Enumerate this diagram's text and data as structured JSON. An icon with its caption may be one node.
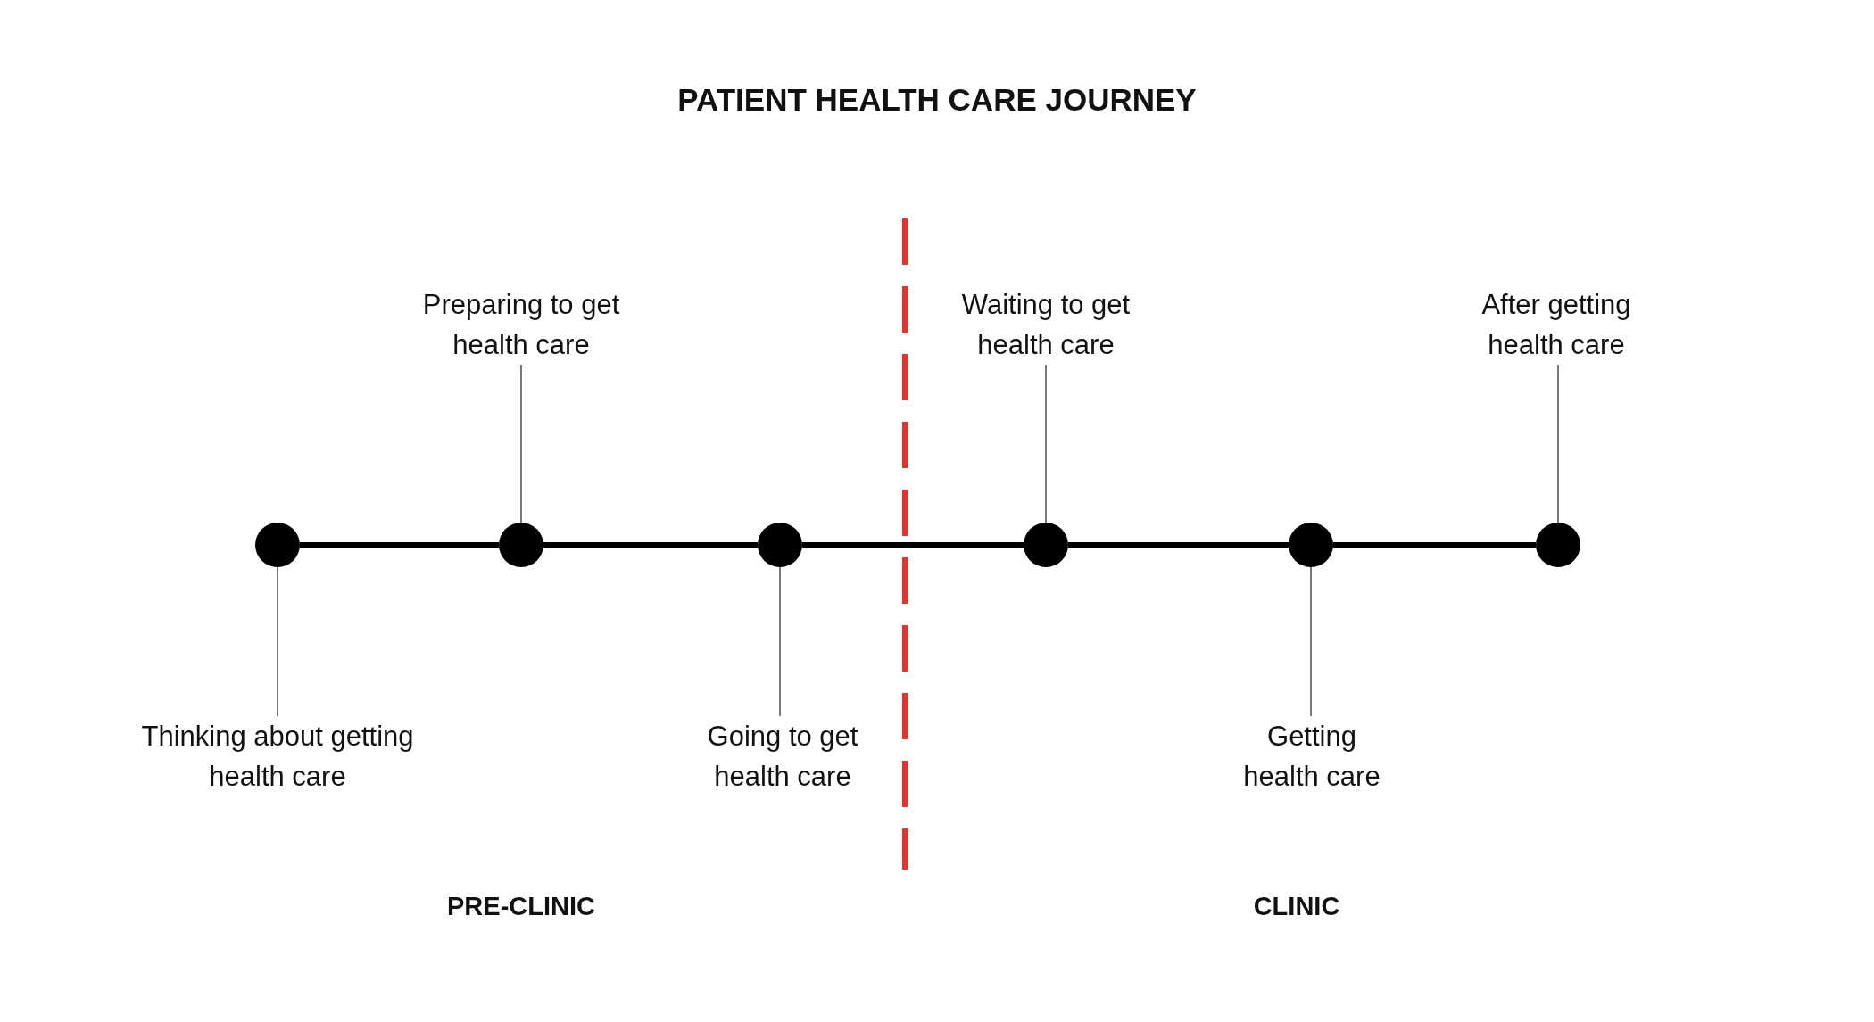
{
  "diagram": {
    "title": "PATIENT HEALTH CARE JOURNEY",
    "nodes": [
      {
        "text": [],
        "shape": "circle"
      },
      {
        "text": [],
        "shape": "circle"
      },
      {
        "text": [],
        "shape": "circle"
      },
      {
        "text": [],
        "shape": "circle"
      },
      {
        "text": [],
        "shape": "circle"
      },
      {
        "text": [],
        "shape": "circle"
      },
      {
        "text": [
          "Thinking about getting health care"
        ]
      },
      {
        "text": [
          "Preparing to get health care"
        ]
      },
      {
        "text": [
          "Going to get health care"
        ]
      },
      {
        "text": [
          "Waiting to get health care"
        ]
      },
      {
        "text": [
          "Getting health care"
        ]
      },
      {
        "text": [
          "After getting health care"
        ]
      }
    ],
    "edges": [
      {
        "from": 0,
        "to": 1,
        "arrow": "none",
        "style": "thick",
        "color": "#000000"
      },
      {
        "from": 1,
        "to": 2,
        "arrow": "none",
        "style": "thick",
        "color": "#000000"
      },
      {
        "from": 2,
        "to": 3,
        "arrow": "none",
        "style": "thick",
        "color": "#000000"
      },
      {
        "from": 3,
        "to": 4,
        "arrow": "none",
        "style": "thick",
        "color": "#000000"
      },
      {
        "from": 4,
        "to": 5,
        "arrow": "none",
        "style": "thick",
        "color": "#000000"
      },
      {
        "from": 6,
        "to": 0,
        "arrow": "none"
      },
      {
        "from": 7,
        "to": 1,
        "arrow": "none"
      },
      {
        "from": 8,
        "to": 2,
        "arrow": "none"
      },
      {
        "from": 9,
        "to": 3,
        "arrow": "none"
      },
      {
        "from": 10,
        "to": 4,
        "arrow": "none"
      },
      {
        "from": 11,
        "to": 5,
        "arrow": "none"
      }
    ],
    "labels": [
      "PRE-CLINIC",
      "CLINIC"
    ]
  }
}
